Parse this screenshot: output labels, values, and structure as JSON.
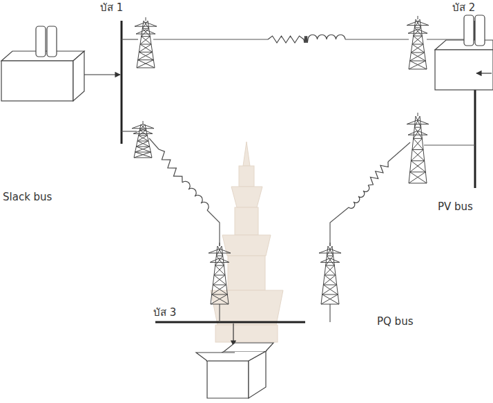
{
  "diagram": {
    "labels": [
      "บัส 1",
      "บัส 2",
      "Slack bus",
      "PV bus",
      "บัส 3",
      "PQ bus"
    ]
  }
}
